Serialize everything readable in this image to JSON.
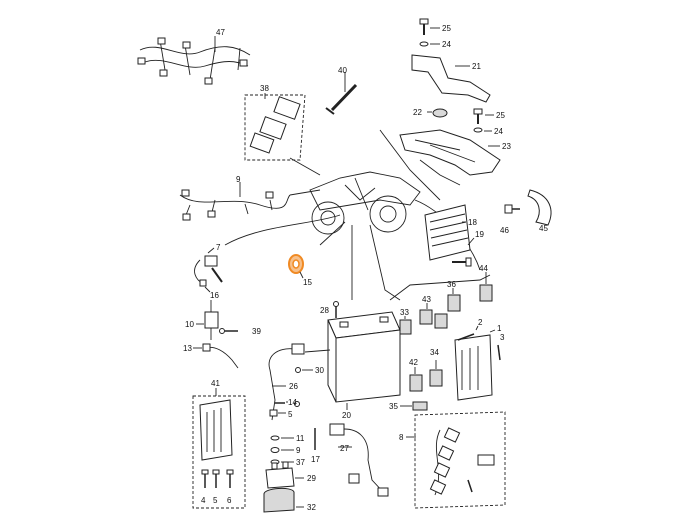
{
  "diagram": {
    "labels": {
      "l1": "1",
      "l2": "2",
      "l3": "3",
      "l4": "4",
      "l5": "5",
      "l6": "6",
      "l7": "7",
      "l8": "8",
      "l9": "9",
      "l10": "10",
      "l11": "11",
      "l13": "13",
      "l14": "14",
      "l15": "15",
      "l16": "16",
      "l17": "17",
      "l18": "18",
      "l19": "19",
      "l20": "20",
      "l21": "21",
      "l22": "22",
      "l23": "23",
      "l24a": "24",
      "l24b": "24",
      "l25a": "25",
      "l25b": "25",
      "l26": "26",
      "l27": "27",
      "l28": "28",
      "l29": "29",
      "l30": "30",
      "l32": "32",
      "l33": "33",
      "l34": "34",
      "l35": "35",
      "l36": "36",
      "l37": "37",
      "l38": "38",
      "l39": "39",
      "l40": "40",
      "l41": "41",
      "l42": "42",
      "l43": "43",
      "l44": "44",
      "l45": "45",
      "l46": "46",
      "l47": "47"
    },
    "highlight_color": "#f08a24",
    "line_color": "#222222"
  }
}
